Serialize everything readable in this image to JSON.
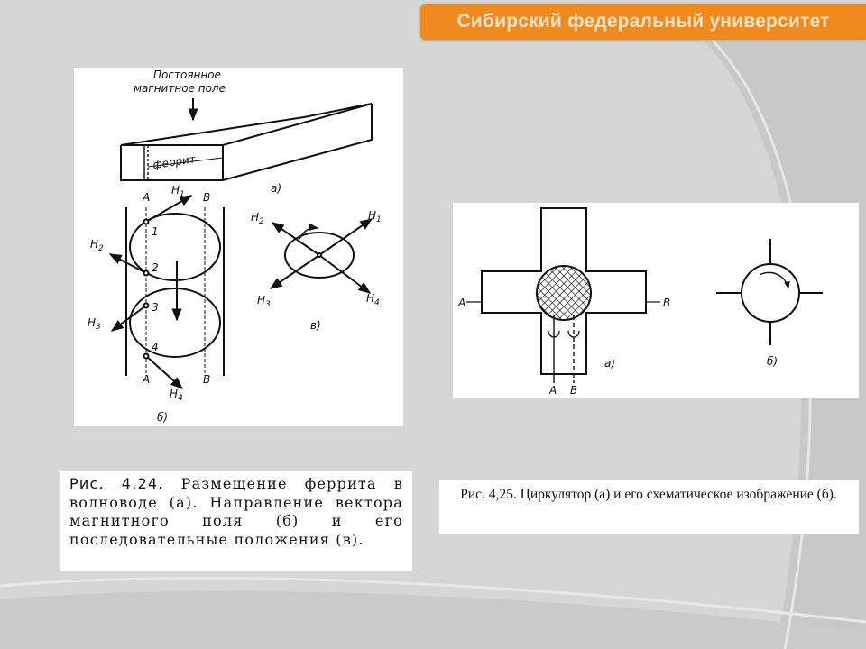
{
  "header": {
    "title": "Сибирский федеральный университет",
    "bg_color": "#ef8a1f",
    "text_color": "#fbe2c6"
  },
  "figure_424": {
    "a": {
      "label_field_line1": "Постоянное",
      "label_field_line2": "магнитное поле",
      "label_ferrite": "феррит",
      "label_part": "а)"
    },
    "b": {
      "label_A_top": "A",
      "label_B_top": "B",
      "label_A_bottom": "A",
      "label_B_bottom": "B",
      "label_H1": "H",
      "sub_1": "1",
      "label_H2": "H",
      "sub_2": "2",
      "label_H3": "H",
      "sub_3": "3",
      "label_H4": "H",
      "sub_4": "4",
      "point_1": "1",
      "point_2": "2",
      "point_3": "3",
      "point_4": "4",
      "label_part": "б)"
    },
    "c": {
      "label_H1": "H",
      "sub_1": "1",
      "label_H2": "H",
      "sub_2": "2",
      "label_H3": "H",
      "sub_3": "3",
      "label_H4": "H",
      "sub_4": "4",
      "label_part": "в)"
    }
  },
  "figure_425": {
    "a": {
      "label_A_left": "A",
      "label_B_right": "B",
      "label_A_bottom": "A",
      "label_B_bottom": "B",
      "label_part": "а)"
    },
    "b": {
      "label_part": "б)"
    }
  },
  "caption_424": {
    "head": "Рис. 4.24.",
    "text": "Размещение феррита в волноводе (а). Направление вектора магнитного поля (б) и его последовательные положения (в)."
  },
  "caption_425": {
    "head": "Рис. 4,25.",
    "text": "Циркулятор (а) и его схематическое изображение (б)."
  }
}
